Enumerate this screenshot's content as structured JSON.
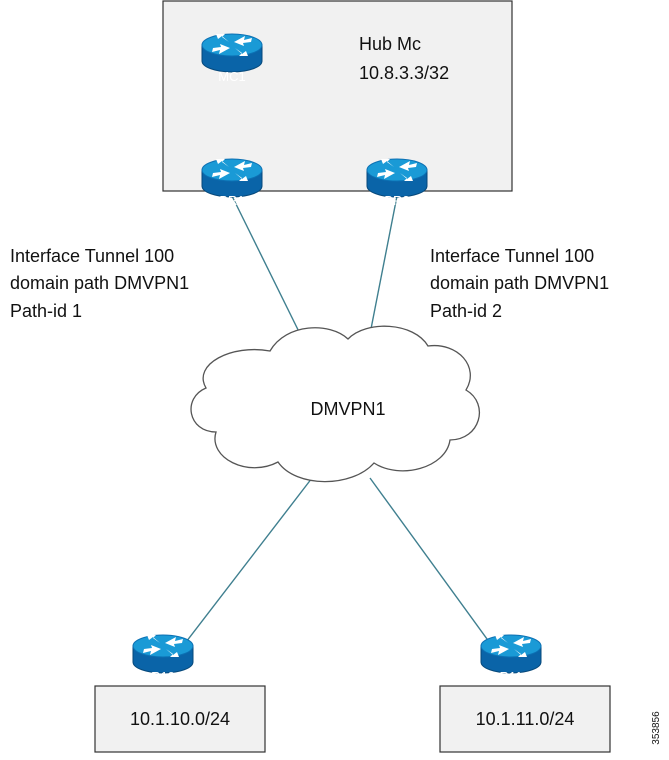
{
  "hub": {
    "title": "Hub Mc",
    "address": "10.8.3.3/32"
  },
  "routers": {
    "mc1": "MC1",
    "br1": "BR1",
    "br2": "BR2",
    "r10": "R10",
    "r11": "R11"
  },
  "paths": {
    "left": {
      "line1": "Interface Tunnel 100",
      "line2": "domain path DMVPN1",
      "line3": "Path-id 1"
    },
    "right": {
      "line1": "Interface Tunnel 100",
      "line2": "domain path DMVPN1",
      "line3": "Path-id 2"
    }
  },
  "cloud": {
    "label": "DMVPN1"
  },
  "sites": {
    "r10_subnet": "10.1.10.0/24",
    "r11_subnet": "10.1.11.0/24"
  },
  "figure_id": "353856",
  "colors": {
    "router_top": "#1a9ad6",
    "router_side": "#0a64a8",
    "box_fill": "#f1f1f1",
    "line": "#3f7f8f"
  }
}
